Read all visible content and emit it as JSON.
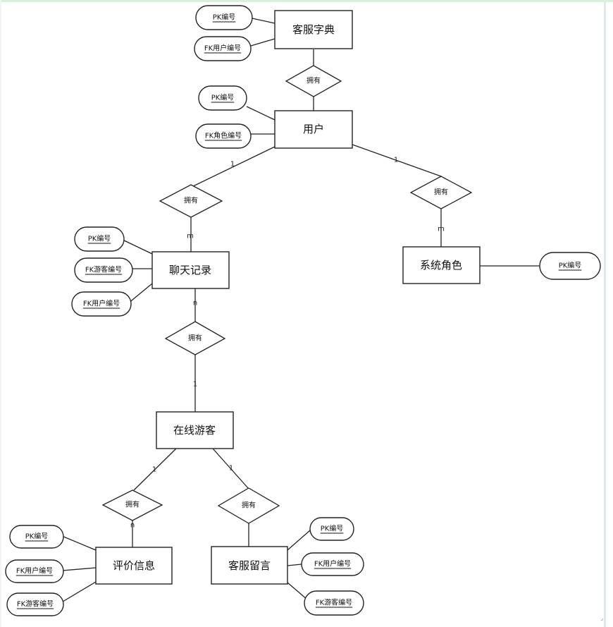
{
  "diagram": {
    "entities": [
      {
        "id": "kefu_zidian",
        "label": "客服字典"
      },
      {
        "id": "yonghu",
        "label": "用户"
      },
      {
        "id": "liaotian",
        "label": "聊天记录"
      },
      {
        "id": "xitong_juese",
        "label": "系统角色"
      },
      {
        "id": "zaixian_youke",
        "label": "在线游客"
      },
      {
        "id": "pingjia",
        "label": "评价信息"
      },
      {
        "id": "kefu_liuyan",
        "label": "客服留言"
      }
    ],
    "attributes": [
      {
        "id": "a1",
        "entity": "kefu_zidian",
        "label": "PK编号"
      },
      {
        "id": "a2",
        "entity": "kefu_zidian",
        "label": "FK用户编号"
      },
      {
        "id": "a3",
        "entity": "yonghu",
        "label": "PK编号"
      },
      {
        "id": "a4",
        "entity": "yonghu",
        "label": "FK角色编号"
      },
      {
        "id": "a5",
        "entity": "liaotian",
        "label": "PK编号"
      },
      {
        "id": "a6",
        "entity": "liaotian",
        "label": "FK游客编号"
      },
      {
        "id": "a7",
        "entity": "liaotian",
        "label": "FK用户编号"
      },
      {
        "id": "a8",
        "entity": "xitong_juese",
        "label": "PK编号"
      },
      {
        "id": "a9",
        "entity": "pingjia",
        "label": "PK编号"
      },
      {
        "id": "a10",
        "entity": "pingjia",
        "label": "FK用户编号"
      },
      {
        "id": "a11",
        "entity": "pingjia",
        "label": "FK游客编号"
      },
      {
        "id": "a12",
        "entity": "kefu_liuyan",
        "label": "PK编号"
      },
      {
        "id": "a13",
        "entity": "kefu_liuyan",
        "label": "FK用户编号"
      },
      {
        "id": "a14",
        "entity": "kefu_liuyan",
        "label": "FK游客编号"
      }
    ],
    "relationships": [
      {
        "id": "r1",
        "label": "拥有",
        "from": "kefu_zidian",
        "to": "yonghu",
        "from_card": "",
        "to_card": ""
      },
      {
        "id": "r2",
        "label": "拥有",
        "from": "yonghu",
        "to": "liaotian",
        "from_card": "1",
        "to_card": "m"
      },
      {
        "id": "r3",
        "label": "拥有",
        "from": "yonghu",
        "to": "xitong_juese",
        "from_card": "1",
        "to_card": "m"
      },
      {
        "id": "r4",
        "label": "拥有",
        "from": "liaotian",
        "to": "zaixian_youke",
        "from_card": "n",
        "to_card": "1"
      },
      {
        "id": "r5",
        "label": "拥有",
        "from": "zaixian_youke",
        "to": "pingjia",
        "from_card": "1",
        "to_card": "n"
      },
      {
        "id": "r6",
        "label": "拥有",
        "from": "zaixian_youke",
        "to": "kefu_liuyan",
        "from_card": "1",
        "to_card": ""
      }
    ]
  }
}
